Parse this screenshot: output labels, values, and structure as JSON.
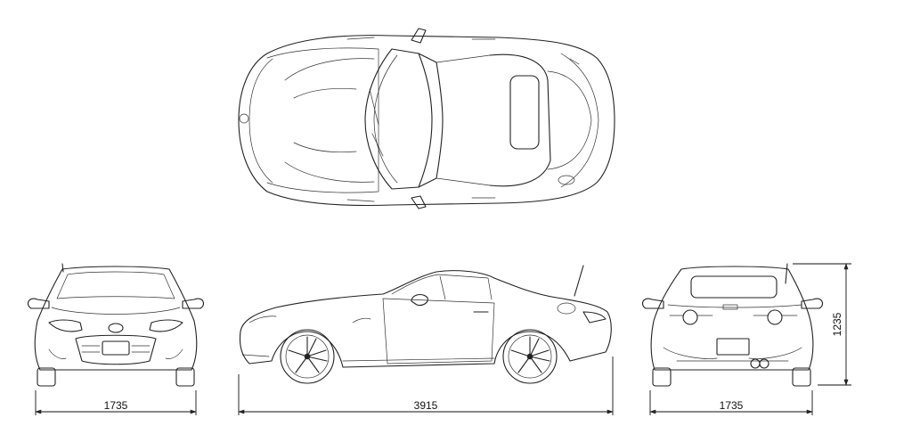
{
  "dimensions": {
    "front_width": "1735",
    "length": "3915",
    "rear_width": "1735",
    "height": "1235"
  }
}
